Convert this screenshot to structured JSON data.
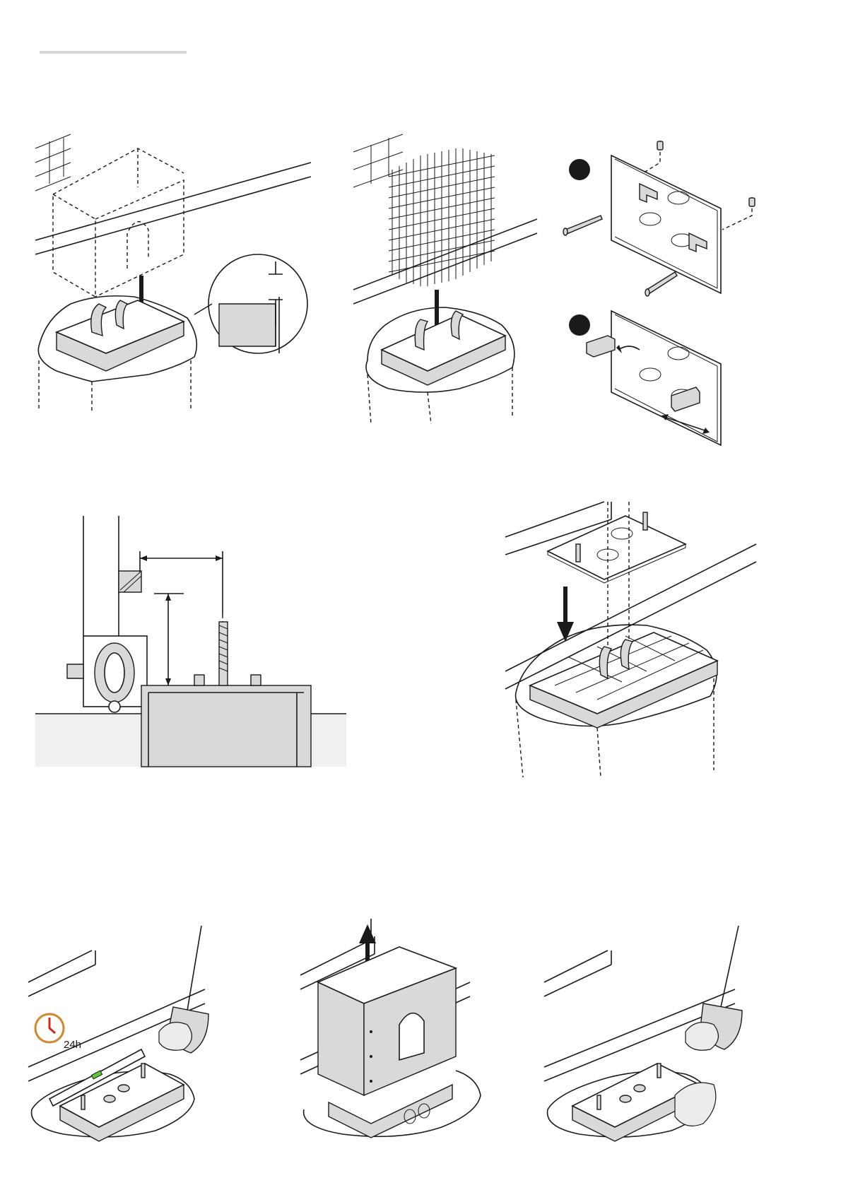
{
  "page": {
    "header_rule_color": "#d6d6d6",
    "line_color": "#1a1a1a",
    "fill_gray": "#d9d9d9",
    "level_bubble_color": "#5cc83a",
    "timer_color": "#d4862a",
    "timer_hand_color": "#d0281e"
  },
  "figures": [
    {
      "id": "fig-formwork-placement",
      "icons": [
        "formwork-box-icon",
        "down-arrow-icon",
        "detail-zoom-icon"
      ]
    },
    {
      "id": "fig-rebar-cage",
      "icons": [
        "rebar-cage-icon",
        "down-arrow-icon"
      ]
    },
    {
      "id": "fig-plate-assembly",
      "icons": [
        "step-1-marker",
        "step-2-marker",
        "anchor-bolt-icon",
        "bracket-icon"
      ]
    },
    {
      "id": "fig-gate-distance",
      "icons": [
        "gate-wheel-icon",
        "dimension-arrow-icon"
      ]
    },
    {
      "id": "fig-plate-insertion",
      "icons": [
        "base-plate-icon",
        "down-arrow-icon",
        "rebar-cage-icon"
      ]
    },
    {
      "id": "fig-pour-concrete",
      "icons": [
        "timer-icon",
        "spirit-level-icon",
        "shovel-icon"
      ]
    },
    {
      "id": "fig-remove-formwork",
      "icons": [
        "formwork-box-icon",
        "up-arrow-icon"
      ]
    },
    {
      "id": "fig-backfill",
      "icons": [
        "shovel-icon",
        "soil-icon"
      ]
    }
  ],
  "cure_time_label": "24h"
}
